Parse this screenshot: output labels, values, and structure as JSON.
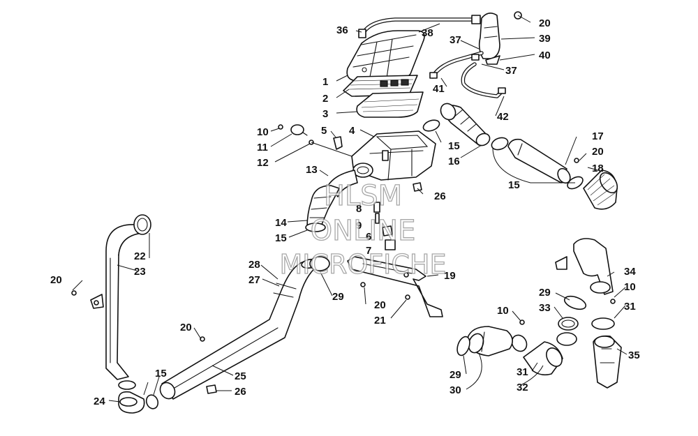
{
  "watermark": {
    "line1": "HLSM",
    "line2": "ONLINE",
    "line3": "MICROFICHE"
  },
  "callouts": {
    "c1": "1",
    "c2": "2",
    "c3": "3",
    "c4": "4",
    "c5": "5",
    "c6": "6",
    "c7": "7",
    "c8": "8",
    "c9": "9",
    "c10a": "10",
    "c10b": "10",
    "c10c": "10",
    "c11": "11",
    "c12": "12",
    "c13": "13",
    "c14": "14",
    "c15a": "15",
    "c15b": "15",
    "c15c": "15",
    "c15d": "15",
    "c16": "16",
    "c17": "17",
    "c18": "18",
    "c19": "19",
    "c20a": "20",
    "c20b": "20",
    "c20c": "20",
    "c20d": "20",
    "c20e": "20",
    "c21": "21",
    "c22": "22",
    "c23": "23",
    "c24": "24",
    "c25": "25",
    "c26a": "26",
    "c26b": "26",
    "c27": "27",
    "c28": "28",
    "c29a": "29",
    "c29b": "29",
    "c29c": "29",
    "c30": "30",
    "c31a": "31",
    "c31b": "31",
    "c32": "32",
    "c33": "33",
    "c34": "34",
    "c35": "35",
    "c36": "36",
    "c37a": "37",
    "c37b": "37",
    "c38": "38",
    "c39": "39",
    "c40": "40",
    "c41": "41",
    "c42": "42"
  }
}
